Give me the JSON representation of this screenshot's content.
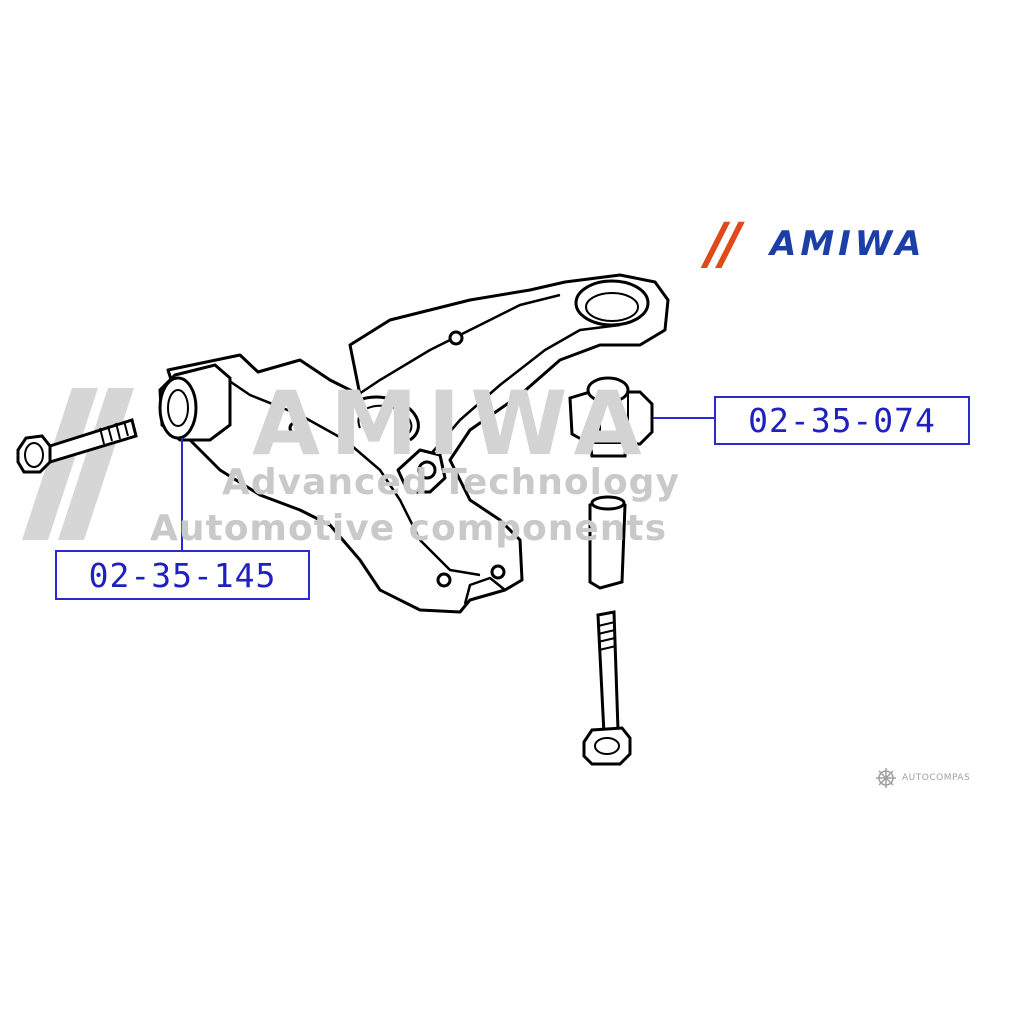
{
  "brand": {
    "slash": "//",
    "name": "AMIWA",
    "slash_color": "#e04a1b",
    "name_color": "#1b3fa6"
  },
  "watermark": {
    "main": "AMIWA",
    "line1": "Advanced Technology",
    "line2": "Automotive components"
  },
  "callouts": [
    {
      "part_number": "02-35-074",
      "points_to": "rear bushing"
    },
    {
      "part_number": "02-35-145",
      "points_to": "front bushing"
    }
  ],
  "credit": {
    "text": "AUTOCOMPAS",
    "icon": "compass-star-icon"
  },
  "colors": {
    "callout": "#2b2bcc",
    "line_art": "#000000"
  }
}
